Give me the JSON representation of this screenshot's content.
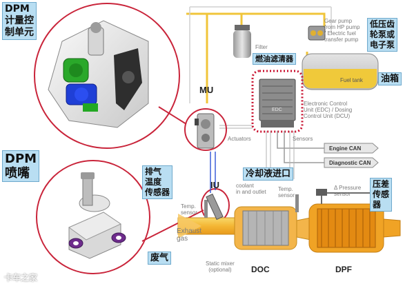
{
  "labels": {
    "dpm_unit": "DPM\n计量控\n制单元",
    "dpm_nozzle": "DPM\n喷嘴",
    "mu": "MU",
    "iu": "IU",
    "filter": "Filter",
    "fuel_filter_cn": "燃油滤清器",
    "gear_pump": "Gear pump\nfrom HP pump\n/ Electric fuel\ntransfer pump",
    "low_pressure_pump_cn": "低压齿\n轮泵或\n电子泵",
    "fuel_tank": "Fuel tank",
    "fuel_tank_cn": "油箱",
    "ecu": "Electronic Control\nUnit (EDC) / Dosing\nControl Unit (DCU)",
    "edc": "EDC",
    "actuators": "Actuators",
    "sensors": "Sensors",
    "engine_can": "Engine CAN",
    "diagnostic_can": "Diagnostic CAN",
    "coolant_in_cn": "冷却液进口",
    "coolant_in_en": "coolant\nin and outlet",
    "exhaust_temp_cn": "排气\n温度\n传感器",
    "temp_sensor_left": "Temp.\nsensor",
    "temp_sensor_right": "Temp.\nsensor",
    "delta_pressure": "Δ Pressure\nsensor",
    "delta_pressure_cn": "压差\n传感\n器",
    "exhaust_gas": "Exhaust\ngas",
    "exhaust_gas_cn": "废气",
    "static_mixer": "Static mixer\n(optional)",
    "doc": "DOC",
    "dpf": "DPF",
    "watermark": "卡车之家"
  },
  "colors": {
    "label_fill": "#b9def2",
    "pipe_yellow": "#f0c53a",
    "exhaust_orange": "#f4a22d",
    "red_dotted": "#c8102e"
  }
}
